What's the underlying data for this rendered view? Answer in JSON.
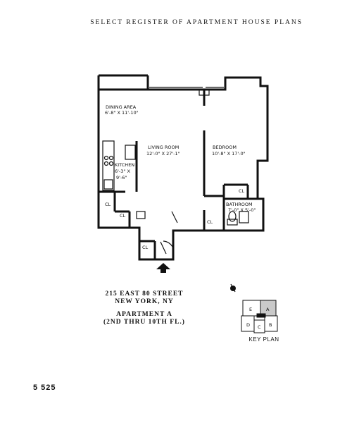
{
  "header": "SELECT REGISTER OF APARTMENT HOUSE PLANS",
  "rooms": {
    "dining": {
      "name": "DINING AREA",
      "dims": "6'-8\" X 11'-10\""
    },
    "living": {
      "name": "LIVING ROOM",
      "dims": "12'-0\" X 27'-1\""
    },
    "bedroom": {
      "name": "BEDROOM",
      "dims": "10'-8\" X 17'-0\""
    },
    "kitchen": {
      "name": "KITCHEN",
      "dims1": "6'-3\" X",
      "dims2": "9'-6\""
    },
    "bathroom": {
      "name": "BATHROOM",
      "dims": "7'-0\" X 5'-0\""
    },
    "closet": "CL"
  },
  "address": {
    "line1": "215 EAST 80 STREET",
    "line2": "NEW YORK, NY"
  },
  "apartment": {
    "line1": "APARTMENT A",
    "line2": "(2ND THRU 10TH FL.)"
  },
  "key_plan": {
    "caption": "KEY PLAN",
    "units": [
      "E",
      "A",
      "D",
      "C",
      "B"
    ],
    "highlight": "A"
  },
  "page_number": "5 525"
}
